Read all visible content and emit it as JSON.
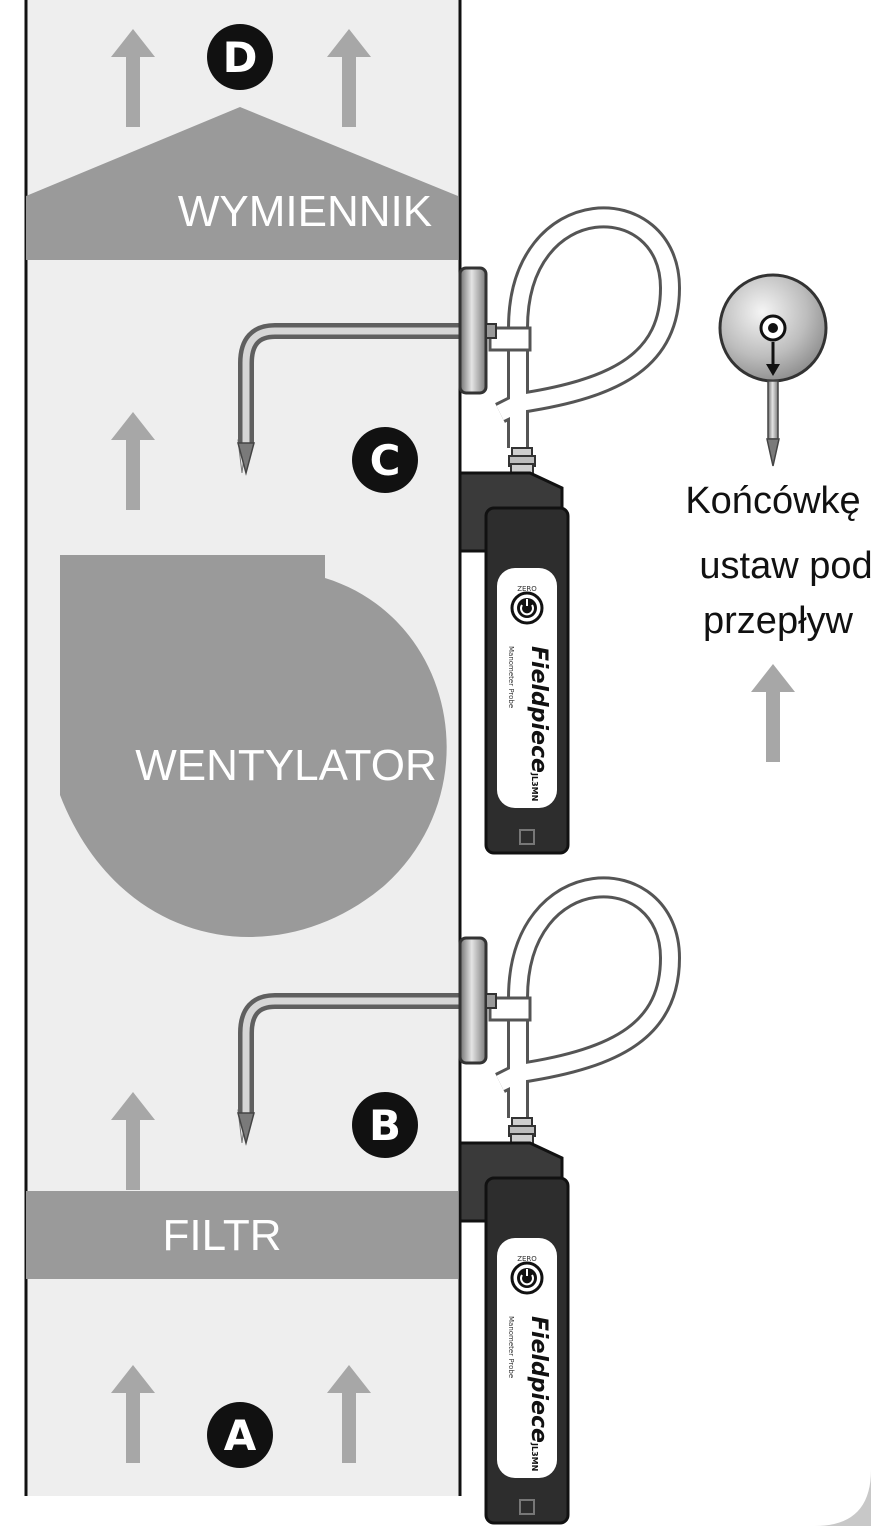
{
  "labels": {
    "exchanger": "WYMIENNIK",
    "fan": "WENTYLATOR",
    "filter": "FILTR"
  },
  "points": {
    "a": "A",
    "b": "B",
    "c": "C",
    "d": "D"
  },
  "note": {
    "line1": "Końcówkę",
    "line2": "ustaw pod",
    "line3": "przepływ"
  },
  "probe": {
    "brand": "Fieldpiece",
    "subtitle": "Manometer Probe",
    "model": "JL3MN",
    "zero": "ZERO"
  },
  "colors": {
    "duct": "#eeeeee",
    "component": "#9a9a9a",
    "arrow": "#a7a7a7",
    "badge": "#111111",
    "probe_body": "#2d2d2d"
  }
}
